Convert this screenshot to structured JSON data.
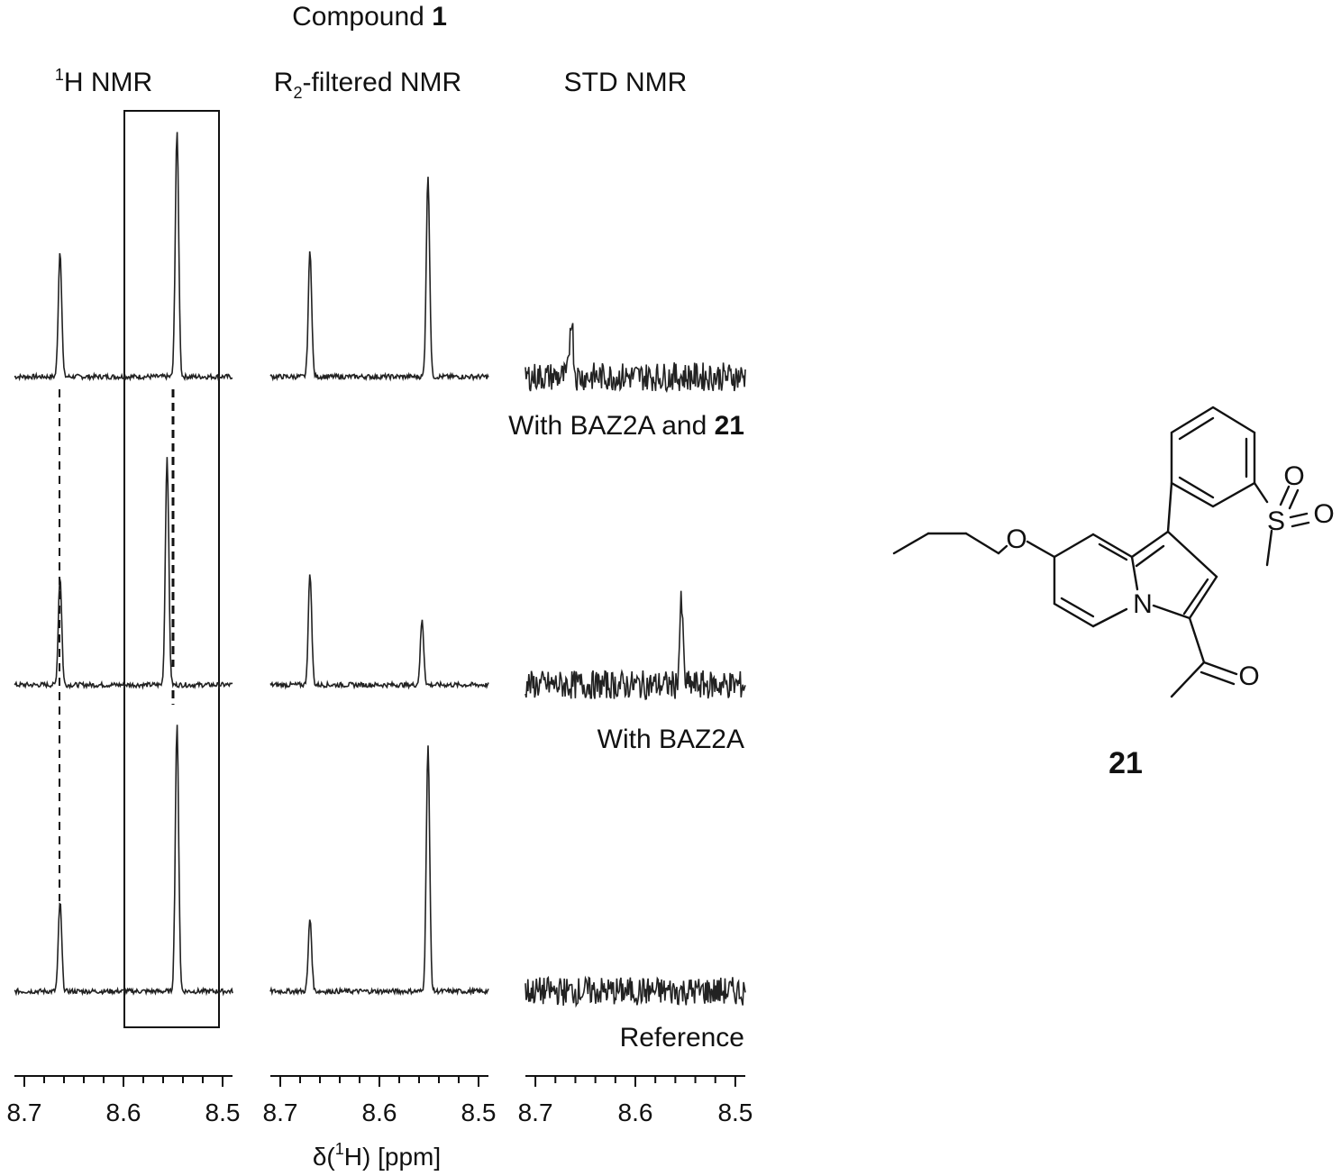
{
  "title": {
    "prefix": "Compound ",
    "bold": "1"
  },
  "panels": [
    {
      "title_base": "H NMR",
      "title_sup": "1"
    },
    {
      "title_prefix": "R",
      "title_sub": "2",
      "title_suffix": "-filtered NMR"
    },
    {
      "title": "STD NMR"
    }
  ],
  "condition_labels": {
    "top_prefix": "With BAZ2A and ",
    "top_bold": "21",
    "middle": "With BAZ2A",
    "bottom": "Reference"
  },
  "xaxis": {
    "label_prefix": "δ(",
    "label_sup": "1",
    "label_suffix": "H) [ppm]",
    "ticks": [
      "8.7",
      "8.6",
      "8.5"
    ],
    "tick_values": [
      8.7,
      8.6,
      8.5
    ],
    "xlim": [
      8.71,
      8.49
    ]
  },
  "compound_label": "21",
  "structure_atoms": {
    "O1": "O",
    "O2": "O",
    "O3": "O",
    "O4": "O",
    "S": "S",
    "N": "N"
  },
  "chart_data": [
    {
      "type": "line",
      "panel": "1H NMR",
      "x_unit": "ppm",
      "series": [
        {
          "condition": "With BAZ2A and 21",
          "peaks": [
            {
              "x": 8.664,
              "height": 0.45
            },
            {
              "x": 8.546,
              "height": 0.88
            }
          ]
        },
        {
          "condition": "With BAZ2A",
          "peaks": [
            {
              "x": 8.664,
              "height": 0.39
            },
            {
              "x": 8.556,
              "height": 0.82
            }
          ]
        },
        {
          "condition": "Reference",
          "peaks": [
            {
              "x": 8.664,
              "height": 0.32
            },
            {
              "x": 8.546,
              "height": 0.95
            }
          ]
        }
      ],
      "annotations": [
        {
          "type": "box",
          "x_range": [
            8.592,
            8.498
          ]
        },
        {
          "type": "dashed_line",
          "x": 8.664
        },
        {
          "type": "dashed_line",
          "x": 8.546
        }
      ]
    },
    {
      "type": "line",
      "panel": "R2-filtered NMR",
      "x_unit": "ppm",
      "series": [
        {
          "condition": "With BAZ2A and 21",
          "peaks": [
            {
              "x": 8.67,
              "height": 0.45
            },
            {
              "x": 8.551,
              "height": 0.72
            }
          ]
        },
        {
          "condition": "With BAZ2A",
          "peaks": [
            {
              "x": 8.67,
              "height": 0.4
            },
            {
              "x": 8.557,
              "height": 0.23
            }
          ]
        },
        {
          "condition": "Reference",
          "peaks": [
            {
              "x": 8.67,
              "height": 0.26
            },
            {
              "x": 8.551,
              "height": 0.88
            }
          ]
        }
      ]
    },
    {
      "type": "line",
      "panel": "STD NMR",
      "x_unit": "ppm",
      "series": [
        {
          "condition": "With BAZ2A and 21",
          "peaks": [
            {
              "x": 8.664,
              "height": 0.22
            }
          ]
        },
        {
          "condition": "With BAZ2A",
          "peaks": [
            {
              "x": 8.554,
              "height": 0.29
            }
          ]
        },
        {
          "condition": "Reference",
          "peaks": []
        }
      ]
    }
  ]
}
